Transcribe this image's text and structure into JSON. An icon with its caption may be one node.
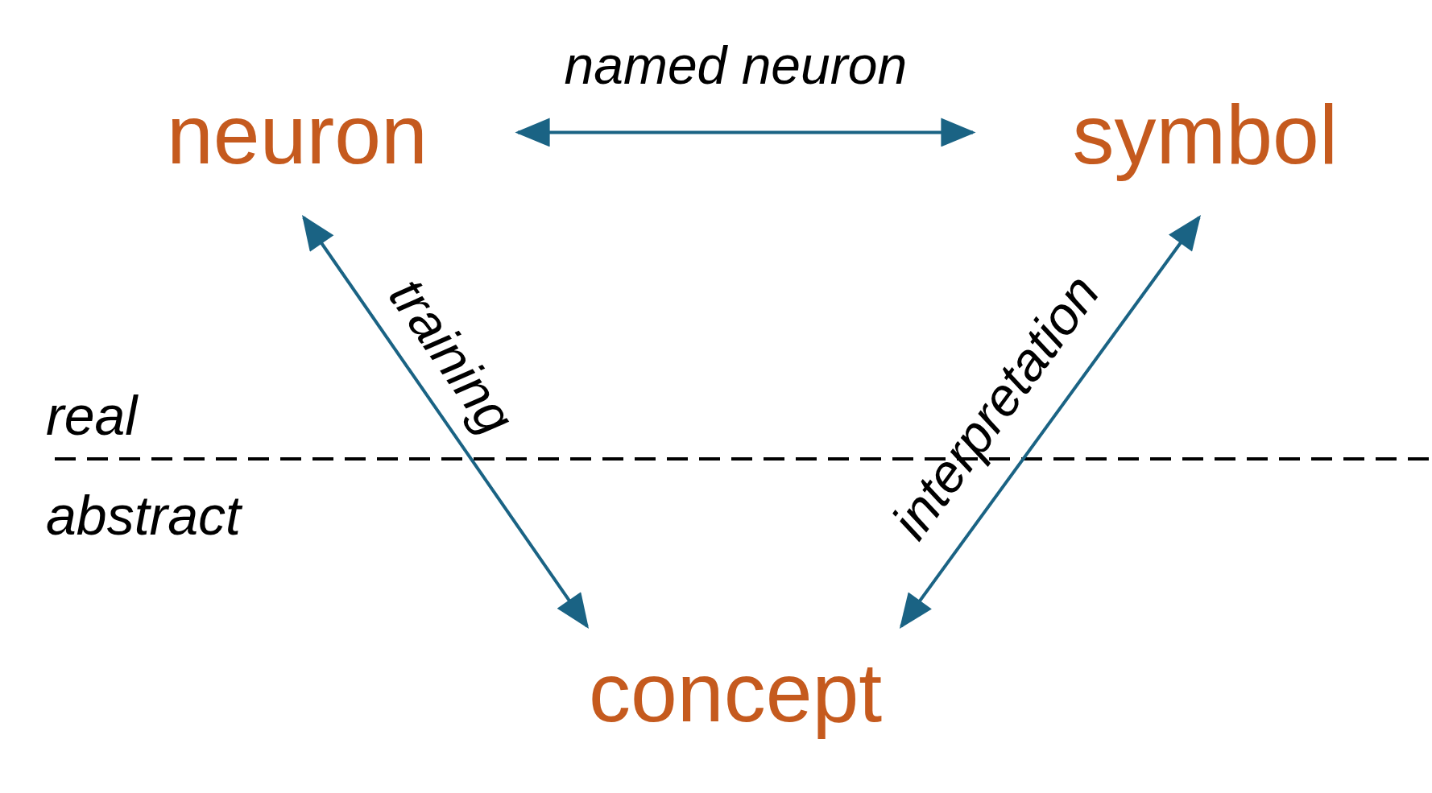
{
  "diagram": {
    "nodes": [
      {
        "text": [
          "neuron"
        ]
      },
      {
        "text": [
          "symbol"
        ]
      },
      {
        "text": [
          "concept"
        ]
      }
    ],
    "edges": [
      {
        "from": 0,
        "to": 1,
        "arrow": "both",
        "label": "named neuron"
      },
      {
        "from": 0,
        "to": 2,
        "arrow": "both",
        "label": "training"
      },
      {
        "from": 1,
        "to": 2,
        "arrow": "both",
        "label": "interpretation"
      }
    ],
    "labels": [
      "real",
      "abstract"
    ]
  }
}
